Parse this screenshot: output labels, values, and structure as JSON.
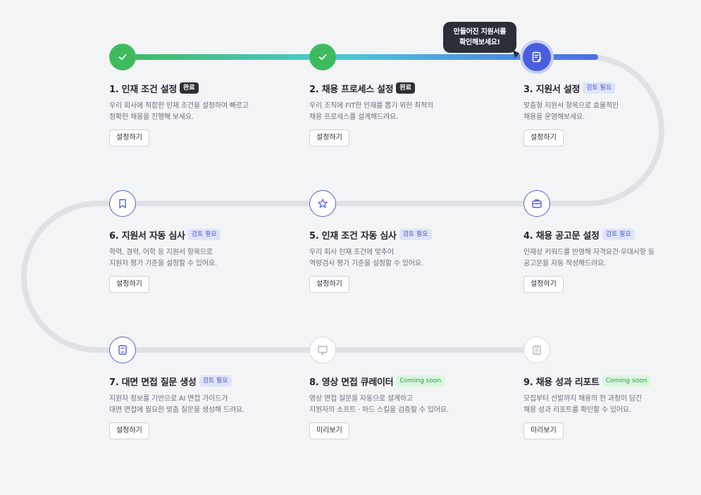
{
  "colors": {
    "track": "#dfe1e6",
    "progress_green": "#3dbb5e",
    "progress_teal": "#4cc9d6",
    "progress_blue": "#4a6ee6",
    "accent": "#4a5de0"
  },
  "tooltip": {
    "line1": "만들어진 지원서를",
    "line2": "확인해보세요!"
  },
  "steps": [
    {
      "num": "1",
      "title": "1. 인재 조건 설정",
      "badge": "완료",
      "status": "done",
      "icon": "check-icon",
      "desc1": "우리 회사에 적합한 인재 조건을 설정하여 빠르고",
      "desc2": "정확한 채용을 진행해 보세요.",
      "button": "설정하기"
    },
    {
      "num": "2",
      "title": "2. 채용 프로세스 설정",
      "badge": "완료",
      "status": "done",
      "icon": "check-icon",
      "desc1": "우리 조직에 FIT한 인재를 뽑기 위한 최적의",
      "desc2": "채용 프로세스를 설계해드려요.",
      "button": "설정하기"
    },
    {
      "num": "3",
      "title": "3. 지원서 설정",
      "badge": "검토 필요",
      "status": "current",
      "icon": "document-edit-icon",
      "desc1": "맞춤형 지원서 항목으로 효율적인",
      "desc2": "채용을 운영해보세요.",
      "button": "설정하기"
    },
    {
      "num": "4",
      "title": "4. 채용 공고문 설정",
      "badge": "검토 필요",
      "status": "review",
      "icon": "briefcase-icon",
      "desc1": "인재상 키워드를 반영해 자격요건·우대사항 등",
      "desc2": "공고문을 자동 작성해드려요.",
      "button": "설정하기"
    },
    {
      "num": "5",
      "title": "5. 인재 조건 자동 심사",
      "badge": "검토 필요",
      "status": "review",
      "icon": "star-icon",
      "desc1": "우리 회사 인재 조건에 맞추어",
      "desc2": "역량검사 평가 기준을 설정할 수 있어요.",
      "button": "설정하기"
    },
    {
      "num": "6",
      "title": "6. 지원서 자동 심사",
      "badge": "검토 필요",
      "status": "review",
      "icon": "bookmark-icon",
      "desc1": "학력, 경력, 어학 등 지원서 항목으로",
      "desc2": "지원자 평가 기준을 설정할 수 있어요.",
      "button": "설정하기"
    },
    {
      "num": "7",
      "title": "7. 대면 면접 질문 생성",
      "badge": "검토 필요",
      "status": "review",
      "icon": "book-icon",
      "desc1": "지원자 정보를 기반으로 AI 면접 가이드가",
      "desc2": "대면 면접에 필요한 맞춤 질문을 생성해 드려요.",
      "button": "설정하기"
    },
    {
      "num": "8",
      "title": "8. 영상 면접 큐레이터",
      "badge": "Coming soon",
      "status": "soon",
      "icon": "monitor-icon",
      "desc1": "영상 면접 질문을 자동으로 설계하고",
      "desc2": "지원자의 소프트 · 하드 스킬을 검증할 수 있어요.",
      "button": "미리보기"
    },
    {
      "num": "9",
      "title": "9. 채용 성과 리포트",
      "badge": "Coming soon",
      "status": "soon",
      "icon": "clipboard-icon",
      "desc1": "모집부터 선발까지 채용의 전 과정이 담긴",
      "desc2": "채용 성과 리포트를 확인할 수 있어요.",
      "button": "미리보기"
    }
  ]
}
